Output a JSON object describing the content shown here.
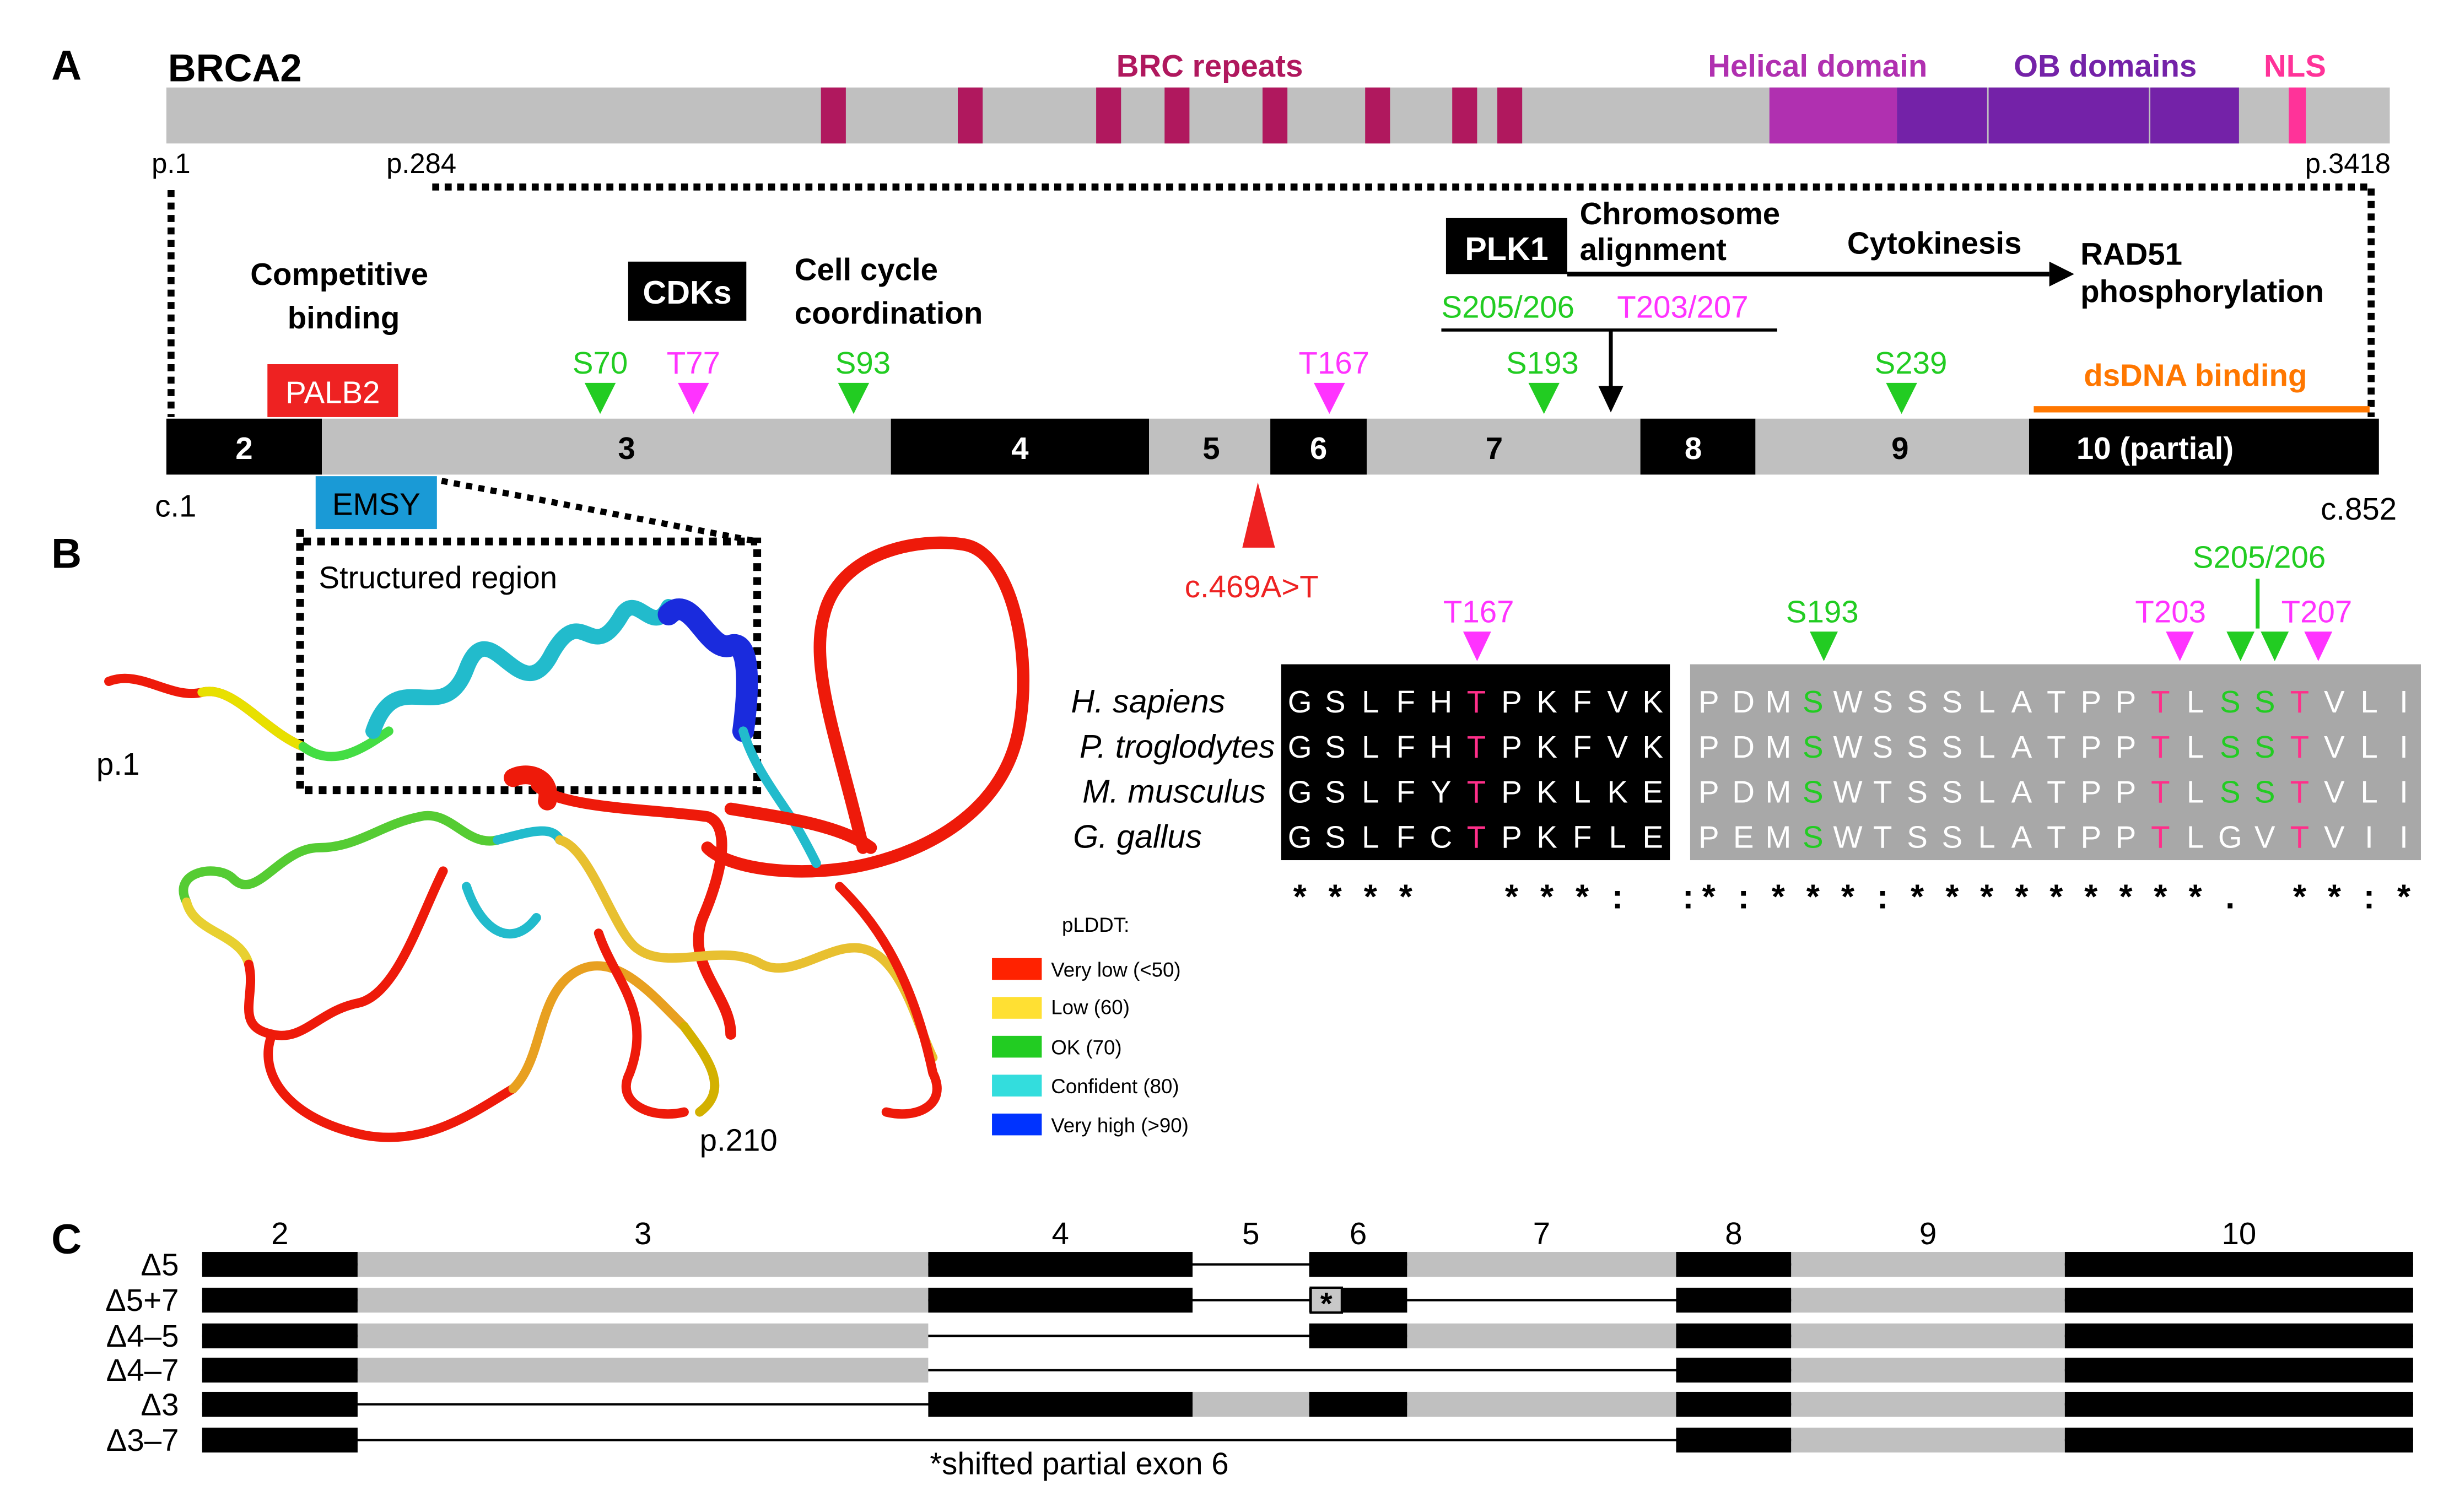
{
  "panels": {
    "a": "A",
    "b": "B",
    "c": "C"
  },
  "colors": {
    "grey": "#c0c0c0",
    "black": "#000000",
    "brc": "#b0185e",
    "helical": "#b030b0",
    "ob": "#7422a8",
    "nls": "#ff3399",
    "green": "#22cc22",
    "magenta": "#ff33ff",
    "red_label": "#ee2222",
    "blue_label": "#1a9ad6",
    "orange": "#ff7700",
    "conserved_pink": "#ff2f8a"
  },
  "protein": {
    "name": "BRCA2",
    "brc_label": "BRC repeats",
    "helical_label": "Helical domain",
    "ob_label": "OB domains",
    "nls_label": "NLS",
    "start": "p.1",
    "p284": "p.284",
    "end": "p.3418"
  },
  "exon_bar": {
    "exons": [
      "2",
      "3",
      "4",
      "5",
      "6",
      "7",
      "8",
      "9",
      "10 (partial)"
    ],
    "cstart": "c.1",
    "cend": "c.852",
    "variant": "c.469A>T"
  },
  "annotations": {
    "competitive_binding": [
      "Competitive",
      "binding"
    ],
    "palb2": "PALB2",
    "emsy": "EMSY",
    "cdks": "CDKs",
    "cell_cycle": [
      "Cell cycle",
      "coordination"
    ],
    "plk1": "PLK1",
    "chromosome": [
      "Chromosome",
      "alignment"
    ],
    "cytokinesis": "Cytokinesis",
    "rad51": [
      "RAD51",
      "phosphorylation"
    ],
    "dsdna": "dsDNA binding",
    "sites": {
      "s70": "S70",
      "t77": "T77",
      "s93": "S93",
      "t167": "T167",
      "s193": "S193",
      "s239": "S239",
      "s205_206": "S205/206",
      "t203_207": "T203/207"
    }
  },
  "structure": {
    "structured_region": "Structured region",
    "p1": "p.1",
    "p210": "p.210",
    "legend_title": "pLDDT:",
    "legend": [
      {
        "label": "Very low (<50)",
        "color": "#ff2200"
      },
      {
        "label": "Low (60)",
        "color": "#ffe033"
      },
      {
        "label": "OK (70)",
        "color": "#22cc22"
      },
      {
        "label": "Confident (80)",
        "color": "#33dddd"
      },
      {
        "label": "Very high (>90)",
        "color": "#0033ff"
      }
    ]
  },
  "alignment": {
    "species": [
      "H. sapiens",
      "P. troglodytes",
      "M. musculus",
      "G. gallus"
    ],
    "block1": [
      "GSLFHTPKFVK",
      "GSLFHTPKFVK",
      "GSLFYTPKLKE",
      "GSLFCTPKFLE"
    ],
    "block2": [
      "PDMSWSSSLATPPTLSSTVLI",
      "PDMSWSSSLATPPTLSSTVLI",
      "PDMSWTSSLATPPTLSSTVLI",
      "PEMSWTSSLATPPTLGVTVII"
    ],
    "cons1": "****  ***: :",
    "cons2": "*:***:*********. **:*",
    "labels": {
      "t167": "T167",
      "s193": "S193",
      "s205_206": "S205/206",
      "t203": "T203",
      "t207": "T207"
    }
  },
  "isoforms": {
    "exon_numbers": [
      "2",
      "3",
      "4",
      "5",
      "6",
      "7",
      "8",
      "9",
      "10"
    ],
    "rows": [
      "Δ5",
      "Δ5+7",
      "Δ4–5",
      "Δ4–7",
      "Δ3",
      "Δ3–7"
    ],
    "footnote": "*shifted partial exon 6",
    "star": "*"
  }
}
